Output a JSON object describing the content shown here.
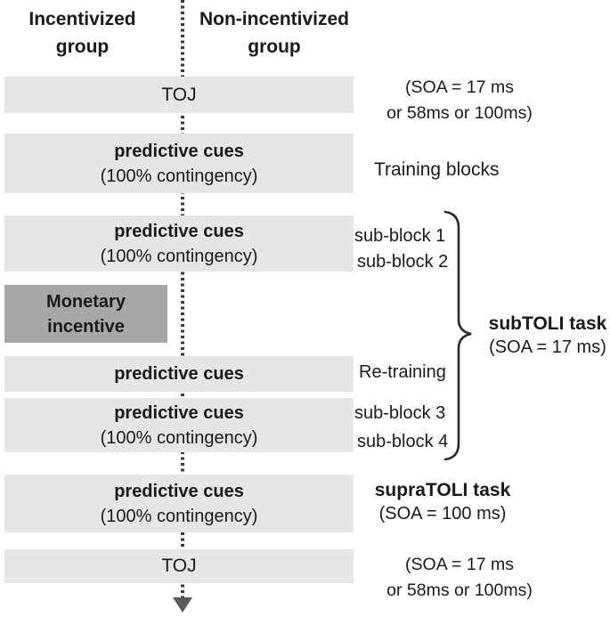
{
  "colors": {
    "box_light": "#e6e6e6",
    "box_dark": "#a7a7a7",
    "dotted_line": "#3a3a3a",
    "arrow": "#595959",
    "text": "#1a1a1a"
  },
  "header": {
    "left_group": "Incentivized\ngroup",
    "right_group": "Non-incentivized\ngroup"
  },
  "flow_boxes": [
    {
      "id": "toj-top",
      "title": "TOJ",
      "subtitle": "",
      "variant": "light-plain"
    },
    {
      "id": "training-cues",
      "title": "predictive cues",
      "subtitle": "(100% contingency)",
      "variant": "light"
    },
    {
      "id": "subblock-1-2-cues",
      "title": "predictive cues",
      "subtitle": "(100% contingency)",
      "variant": "light"
    },
    {
      "id": "monetary-incentive",
      "title": "Monetary\nincentive",
      "subtitle": "",
      "variant": "dark"
    },
    {
      "id": "retraining-cues",
      "title": "predictive cues",
      "subtitle": "",
      "variant": "light"
    },
    {
      "id": "subblock-3-4-cues",
      "title": "predictive cues",
      "subtitle": "(100% contingency)",
      "variant": "light"
    },
    {
      "id": "supratoli-cues",
      "title": "predictive cues",
      "subtitle": "(100% contingency)",
      "variant": "light"
    },
    {
      "id": "toj-bottom",
      "title": "TOJ",
      "subtitle": "",
      "variant": "light-plain"
    }
  ],
  "annotations": {
    "soa_top": "(SOA = 17 ms\nor 58ms or 100ms)",
    "training_blocks": "Training blocks",
    "sub_block_1": "sub-block 1",
    "sub_block_2": "sub-block 2",
    "subtoli_task": "subTOLI task",
    "subtoli_soa": "(SOA = 17 ms)",
    "re_training": "Re-training",
    "sub_block_3": "sub-block 3",
    "sub_block_4": "sub-block 4",
    "supratoli_task": "supraTOLI task",
    "supratoli_soa": "(SOA = 100 ms)",
    "soa_bottom": "(SOA = 17 ms\nor 58ms or 100ms)"
  }
}
